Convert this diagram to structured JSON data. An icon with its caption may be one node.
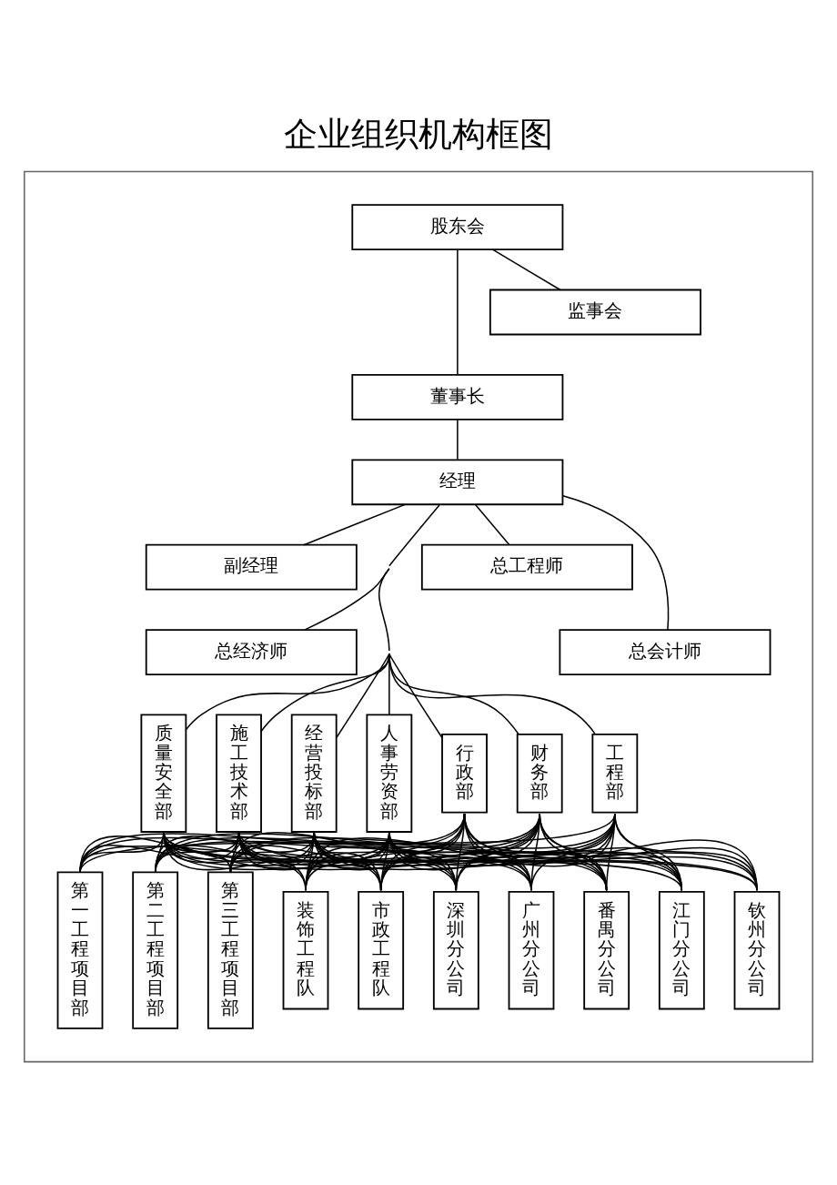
{
  "diagram": {
    "title": "企业组织机构框图",
    "nodes": [
      {
        "text": [],
        "shape": "box"
      },
      {
        "text": [
          "股东会"
        ],
        "in": 0
      },
      {
        "text": [
          "监事会"
        ],
        "in": 0
      },
      {
        "text": [
          "董事长"
        ],
        "in": 0
      },
      {
        "text": [
          "经理"
        ],
        "in": 0
      },
      {
        "text": [
          "副经理"
        ],
        "in": 0
      },
      {
        "text": [
          "总工程师"
        ],
        "in": 0
      },
      {
        "text": [
          "总经济师"
        ],
        "in": 0
      },
      {
        "text": [
          "总会计师"
        ],
        "in": 0
      },
      {
        "text": [
          "质量安全部"
        ],
        "in": 0
      },
      {
        "text": [
          "施工技术部"
        ],
        "in": 0
      },
      {
        "text": [
          "经营投标部"
        ],
        "in": 0
      },
      {
        "text": [
          "人事劳资部"
        ],
        "in": 0
      },
      {
        "text": [
          "行政部"
        ],
        "in": 0
      },
      {
        "text": [
          "财务部"
        ],
        "in": 0
      },
      {
        "text": [
          "工程部"
        ],
        "in": 0
      },
      {
        "text": [
          "第一工程项目部"
        ],
        "in": 0
      },
      {
        "text": [
          "第二工程项目部"
        ],
        "in": 0
      },
      {
        "text": [
          "第三工程项目部"
        ],
        "in": 0
      },
      {
        "text": [
          "装饰工程队"
        ],
        "in": 0
      },
      {
        "text": [
          "市政工程队"
        ],
        "in": 0
      },
      {
        "text": [
          "深圳分公司"
        ],
        "in": 0
      },
      {
        "text": [
          "广州分公司"
        ],
        "in": 0
      },
      {
        "text": [
          "番禺分公司"
        ],
        "in": 0
      },
      {
        "text": [
          "江门分公司"
        ],
        "in": 0
      },
      {
        "text": [
          "钦州分公司"
        ],
        "in": 0
      }
    ],
    "edges": [
      {
        "from": 1,
        "to": 3,
        "arrow": "none"
      },
      {
        "from": 1,
        "to": 2,
        "arrow": "none"
      },
      {
        "from": 3,
        "to": 4,
        "arrow": "none"
      },
      {
        "from": 4,
        "to": 5,
        "arrow": "none"
      },
      {
        "from": 4,
        "to": 7,
        "arrow": "none"
      },
      {
        "from": 4,
        "to": 9,
        "arrow": "none"
      },
      {
        "from": 4,
        "to": 10,
        "arrow": "none"
      },
      {
        "from": 4,
        "to": 11,
        "arrow": "none"
      },
      {
        "from": 4,
        "to": 12,
        "arrow": "none"
      },
      {
        "from": 4,
        "to": 13,
        "arrow": "none"
      },
      {
        "from": 4,
        "to": 14,
        "arrow": "none"
      },
      {
        "from": 4,
        "to": 15,
        "arrow": "none"
      },
      {
        "from": 4,
        "to": 6,
        "arrow": "none"
      },
      {
        "from": 4,
        "to": 8,
        "arrow": "none"
      },
      {
        "from": 9,
        "to": 16,
        "arrow": "none"
      },
      {
        "from": 9,
        "to": 17,
        "arrow": "none"
      },
      {
        "from": 9,
        "to": 18,
        "arrow": "none"
      },
      {
        "from": 9,
        "to": 19,
        "arrow": "none"
      },
      {
        "from": 9,
        "to": 20,
        "arrow": "none"
      },
      {
        "from": 9,
        "to": 21,
        "arrow": "none"
      },
      {
        "from": 9,
        "to": 22,
        "arrow": "none"
      },
      {
        "from": 9,
        "to": 23,
        "arrow": "none"
      },
      {
        "from": 9,
        "to": 24,
        "arrow": "none"
      },
      {
        "from": 9,
        "to": 25,
        "arrow": "none"
      },
      {
        "from": 10,
        "to": 16,
        "arrow": "none"
      },
      {
        "from": 10,
        "to": 17,
        "arrow": "none"
      },
      {
        "from": 10,
        "to": 18,
        "arrow": "none"
      },
      {
        "from": 10,
        "to": 19,
        "arrow": "none"
      },
      {
        "from": 10,
        "to": 20,
        "arrow": "none"
      },
      {
        "from": 10,
        "to": 21,
        "arrow": "none"
      },
      {
        "from": 10,
        "to": 22,
        "arrow": "none"
      },
      {
        "from": 10,
        "to": 23,
        "arrow": "none"
      },
      {
        "from": 10,
        "to": 24,
        "arrow": "none"
      },
      {
        "from": 10,
        "to": 25,
        "arrow": "none"
      },
      {
        "from": 11,
        "to": 16,
        "arrow": "none"
      },
      {
        "from": 11,
        "to": 17,
        "arrow": "none"
      },
      {
        "from": 11,
        "to": 18,
        "arrow": "none"
      },
      {
        "from": 11,
        "to": 19,
        "arrow": "none"
      },
      {
        "from": 11,
        "to": 20,
        "arrow": "none"
      },
      {
        "from": 11,
        "to": 21,
        "arrow": "none"
      },
      {
        "from": 11,
        "to": 22,
        "arrow": "none"
      },
      {
        "from": 11,
        "to": 23,
        "arrow": "none"
      },
      {
        "from": 11,
        "to": 24,
        "arrow": "none"
      },
      {
        "from": 11,
        "to": 25,
        "arrow": "none"
      },
      {
        "from": 12,
        "to": 16,
        "arrow": "none"
      },
      {
        "from": 12,
        "to": 17,
        "arrow": "none"
      },
      {
        "from": 12,
        "to": 18,
        "arrow": "none"
      },
      {
        "from": 12,
        "to": 19,
        "arrow": "none"
      },
      {
        "from": 12,
        "to": 20,
        "arrow": "none"
      },
      {
        "from": 12,
        "to": 21,
        "arrow": "none"
      },
      {
        "from": 12,
        "to": 22,
        "arrow": "none"
      },
      {
        "from": 12,
        "to": 23,
        "arrow": "none"
      },
      {
        "from": 12,
        "to": 24,
        "arrow": "none"
      },
      {
        "from": 12,
        "to": 25,
        "arrow": "none"
      },
      {
        "from": 13,
        "to": 16,
        "arrow": "none"
      },
      {
        "from": 13,
        "to": 17,
        "arrow": "none"
      },
      {
        "from": 13,
        "to": 18,
        "arrow": "none"
      },
      {
        "from": 13,
        "to": 19,
        "arrow": "none"
      },
      {
        "from": 13,
        "to": 20,
        "arrow": "none"
      },
      {
        "from": 13,
        "to": 21,
        "arrow": "none"
      },
      {
        "from": 13,
        "to": 22,
        "arrow": "none"
      },
      {
        "from": 13,
        "to": 23,
        "arrow": "none"
      },
      {
        "from": 13,
        "to": 24,
        "arrow": "none"
      },
      {
        "from": 13,
        "to": 25,
        "arrow": "none"
      },
      {
        "from": 14,
        "to": 16,
        "arrow": "none"
      },
      {
        "from": 14,
        "to": 17,
        "arrow": "none"
      },
      {
        "from": 14,
        "to": 18,
        "arrow": "none"
      },
      {
        "from": 14,
        "to": 19,
        "arrow": "none"
      },
      {
        "from": 14,
        "to": 20,
        "arrow": "none"
      },
      {
        "from": 14,
        "to": 21,
        "arrow": "none"
      },
      {
        "from": 14,
        "to": 22,
        "arrow": "none"
      },
      {
        "from": 14,
        "to": 23,
        "arrow": "none"
      },
      {
        "from": 14,
        "to": 24,
        "arrow": "none"
      },
      {
        "from": 14,
        "to": 25,
        "arrow": "none"
      },
      {
        "from": 15,
        "to": 16,
        "arrow": "none"
      },
      {
        "from": 15,
        "to": 17,
        "arrow": "none"
      },
      {
        "from": 15,
        "to": 18,
        "arrow": "none"
      },
      {
        "from": 15,
        "to": 19,
        "arrow": "none"
      },
      {
        "from": 15,
        "to": 20,
        "arrow": "none"
      },
      {
        "from": 15,
        "to": 21,
        "arrow": "none"
      },
      {
        "from": 15,
        "to": 22,
        "arrow": "none"
      },
      {
        "from": 15,
        "to": 23,
        "arrow": "none"
      },
      {
        "from": 15,
        "to": 24,
        "arrow": "none"
      },
      {
        "from": 15,
        "to": 25,
        "arrow": "none"
      }
    ]
  }
}
